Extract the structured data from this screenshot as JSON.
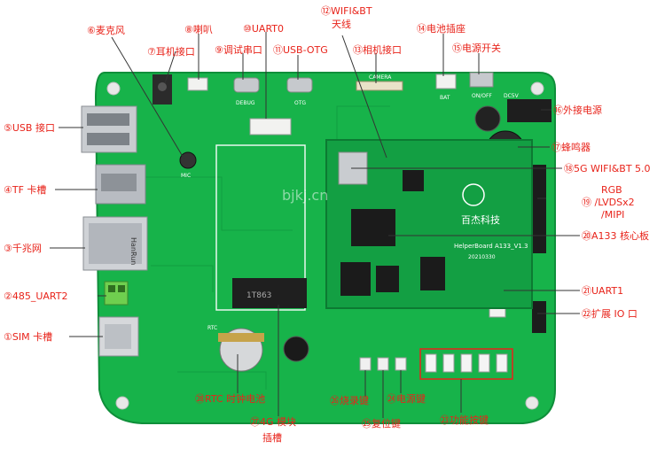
{
  "labels": [
    {
      "id": "mic",
      "text": "⑥麦克风"
    },
    {
      "id": "earphone",
      "text": "⑦耳机接口"
    },
    {
      "id": "speaker",
      "text": "⑧喇叭"
    },
    {
      "id": "debug-port",
      "text": "⑨调试串口"
    },
    {
      "id": "uart0",
      "text": "⑩UART0"
    },
    {
      "id": "usb-otg",
      "text": "⑪USB-OTG"
    },
    {
      "id": "wifi-bt-antenna-1",
      "text": "⑫WIFI&BT"
    },
    {
      "id": "wifi-bt-antenna-2",
      "text": "天线"
    },
    {
      "id": "camera",
      "text": "⑬相机接口"
    },
    {
      "id": "battery-socket",
      "text": "⑭电池插座"
    },
    {
      "id": "power-switch",
      "text": "⑮电源开关"
    },
    {
      "id": "ext-power",
      "text": "⑯外接电源"
    },
    {
      "id": "buzzer",
      "text": "⑰蜂鸣器"
    },
    {
      "id": "wifi-module",
      "text": "⑱5G WIFI&BT 5.0"
    },
    {
      "id": "rgb-1",
      "text": "RGB"
    },
    {
      "id": "rgb-2",
      "text": "⑲ /LVDSx2"
    },
    {
      "id": "rgb-3",
      "text": "/MIPI"
    },
    {
      "id": "core-board",
      "text": "⑳A133 核心板"
    },
    {
      "id": "uart1",
      "text": "㉑UART1"
    },
    {
      "id": "ext-io",
      "text": "㉒扩展 IO 口"
    },
    {
      "id": "func-keys",
      "text": "㉓功能按键"
    },
    {
      "id": "power-key",
      "text": "㉔电源键"
    },
    {
      "id": "reset-key",
      "text": "㉕复位键"
    },
    {
      "id": "burn-key",
      "text": "㉖烧录键"
    },
    {
      "id": "slot-4g-1",
      "text": "㉗4G 模块"
    },
    {
      "id": "slot-4g-2",
      "text": "插槽"
    },
    {
      "id": "rtc-battery",
      "text": "㉘RTC 时钟电池"
    },
    {
      "id": "sim",
      "text": "①SIM 卡槽"
    },
    {
      "id": "rs485",
      "text": "②485_UART2"
    },
    {
      "id": "gigabit",
      "text": "③千兆网"
    },
    {
      "id": "tf",
      "text": "④TF 卡槽"
    },
    {
      "id": "usb",
      "text": "⑤USB 接口"
    }
  ],
  "board": {
    "silk_camera": "CAMERA",
    "silk_debug": "DEBUG",
    "silk_otg": "OTG",
    "silk_bat": "BAT",
    "silk_onoff": "ON/OFF",
    "silk_dc5v": "DC5V",
    "silk_rtc": "RTC",
    "silk_mic": "MIC",
    "silk_ethernet": "HanRun",
    "brand_cn": "百杰科技",
    "brand_en": "HelperBoard A133_V1.3",
    "brand_date": "20210330",
    "slot_code": "1T863",
    "watermark": "bjkj.cn"
  },
  "colors": {
    "label": "#e8231a",
    "board": "#17b34a",
    "board_dark": "#0f8f3a",
    "leader": "#333333"
  }
}
